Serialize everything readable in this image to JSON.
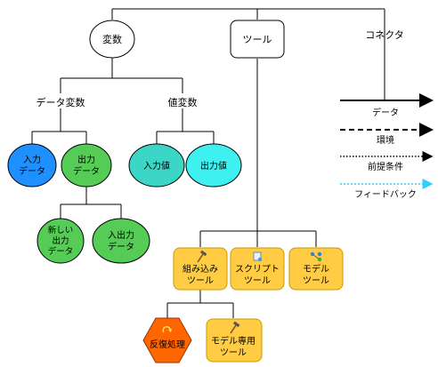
{
  "nodes": {
    "hensu": "変数",
    "tool": "ツール",
    "connector": "コネクタ",
    "data_hensu": "データ変数",
    "atai_hensu": "値変数",
    "input_data": [
      "入力",
      "データ"
    ],
    "output_data": [
      "出力",
      "データ"
    ],
    "input_value": "入力値",
    "output_value": "出力値",
    "new_output_data": [
      "新しい",
      "出力",
      "データ"
    ],
    "inout_data": [
      "入出力",
      "データ"
    ],
    "builtin_tool": [
      "組み込み",
      "ツール"
    ],
    "script_tool": [
      "スクリプト",
      "ツール"
    ],
    "model_tool": [
      "モデル",
      "ツール"
    ],
    "iterator": "反復処理",
    "model_only_tool": [
      "モデル専用",
      "ツール"
    ]
  },
  "legend": {
    "data": "データ",
    "environment": "環境",
    "precondition": "前提条件",
    "feedback": "フィードバック"
  },
  "colors": {
    "blue": "#1e90ff",
    "green": "#55cc55",
    "teal": "#3cd6c6",
    "cyan": "#3ef0f0",
    "tool_yellow": "#ffcc44",
    "tool_border": "#cc9900",
    "iterator_orange": "#ff6600",
    "feedback_cyan": "#33ccff",
    "hammer": "#b8860b"
  },
  "icons": {
    "builtin": "hammer-icon",
    "script": "script-icon",
    "model": "model-icon",
    "iterator": "iterate-arrow-icon",
    "model_only": "hammer-icon"
  }
}
